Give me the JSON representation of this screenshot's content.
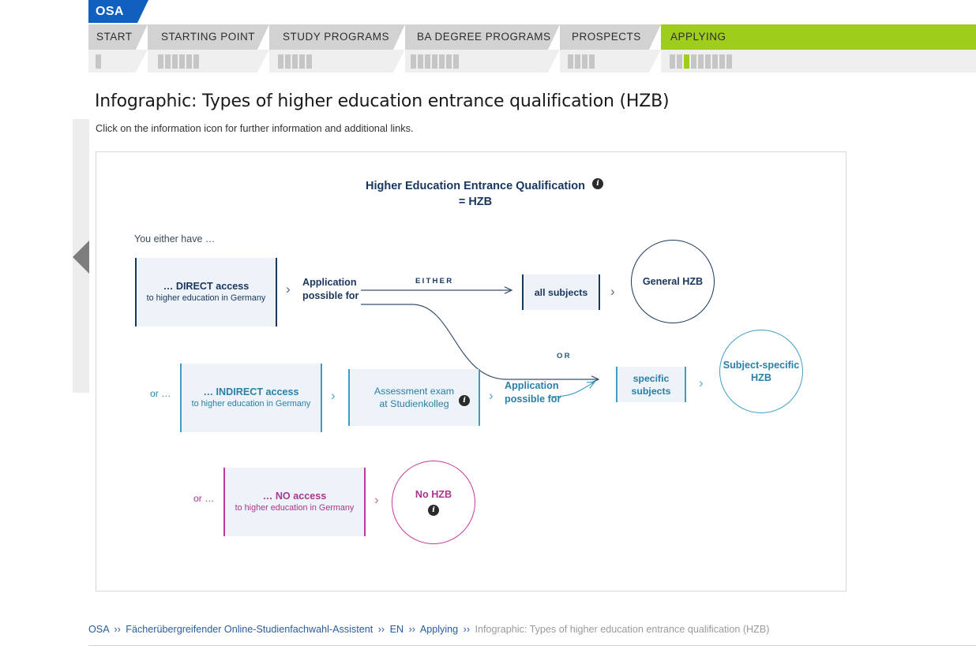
{
  "nav": {
    "brand": "OSA",
    "items": [
      {
        "label": "START",
        "progress_segments": 1,
        "active_segment": -1
      },
      {
        "label": "STARTING POINT",
        "progress_segments": 6,
        "active_segment": -1
      },
      {
        "label": "STUDY PROGRAMS",
        "progress_segments": 5,
        "active_segment": -1
      },
      {
        "label": "BA DEGREE PROGRAMS",
        "progress_segments": 7,
        "active_segment": -1
      },
      {
        "label": "PROSPECTS",
        "progress_segments": 4,
        "active_segment": -1
      },
      {
        "label": "APPLYING",
        "progress_segments": 9,
        "active_segment": 2
      }
    ],
    "active_item": "APPLYING",
    "active_color": "#9fcd1c",
    "brand_color": "#1060c0"
  },
  "sidebar": {
    "collapse_icon": "chevron-left-icon"
  },
  "page": {
    "title": "Infographic: Types of higher education entrance qualification (HZB)",
    "subtitle": "Click on the information icon for further information and additional links."
  },
  "infographic": {
    "title_line1": "Higher Education Entrance Qualification",
    "title_line2": "= HZB",
    "title_info_icon": "info-icon",
    "lead_text": "You either have …",
    "or_label_indirect": "or …",
    "or_label_noaccess": "or …",
    "colors": {
      "navy": "#19365c",
      "teal": "#2a7fa8",
      "magenta": "#a8368e",
      "box_fill": "#edf3f9"
    },
    "rows": {
      "direct": {
        "box_line1": "… DIRECT access",
        "box_line2": "to higher education in Germany",
        "application_label_line1": "Application",
        "application_label_line2": "possible for",
        "connector_either": "EITHER",
        "connector_or": "OR",
        "subjects_box": "all subjects",
        "result_circle": "General HZB"
      },
      "indirect": {
        "box_line1": "… INDIRECT access",
        "box_line2": "to higher education in Germany",
        "exam_line1": "Assessment exam",
        "exam_line2": "at Studienkolleg",
        "exam_info_icon": "info-icon",
        "application_label_line1": "Application",
        "application_label_line2": "possible for",
        "subjects_box_line1": "specific",
        "subjects_box_line2": "subjects",
        "result_circle_line1": "Subject-specific",
        "result_circle_line2": "HZB"
      },
      "noaccess": {
        "box_line1": "… NO access",
        "box_line2": "to higher education in Germany",
        "result_circle": "No HZB",
        "result_info_icon": "info-icon"
      }
    }
  },
  "breadcrumb": {
    "items": [
      {
        "label": "OSA",
        "link": true
      },
      {
        "label": "Fächerübergreifender Online-Studienfachwahl-Assistent",
        "link": true
      },
      {
        "label": "EN",
        "link": true
      },
      {
        "label": "Applying",
        "link": true
      },
      {
        "label": "Infographic: Types of higher education entrance qualification (HZB)",
        "link": false
      }
    ],
    "separator": "››"
  }
}
